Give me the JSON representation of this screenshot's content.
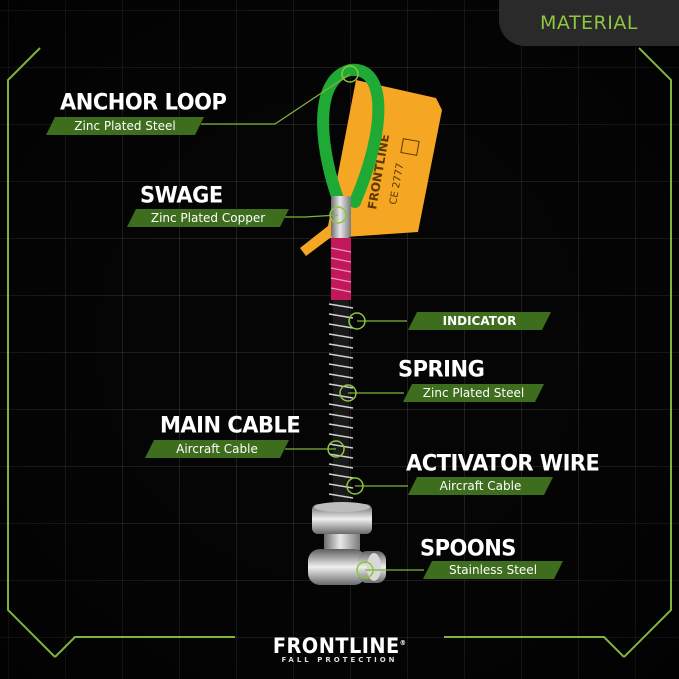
{
  "corner_tag": "MATERIAL",
  "callouts": {
    "anchor_loop": {
      "title": "ANCHOR LOOP",
      "material": "Zinc Plated Steel"
    },
    "swage": {
      "title": "SWAGE",
      "material": "Zinc Plated Copper"
    },
    "indicator": {
      "title": "INDICATOR"
    },
    "spring": {
      "title": "SPRING",
      "material": "Zinc Plated Steel"
    },
    "main_cable": {
      "title": "MAIN CABLE",
      "material": "Aircraft Cable"
    },
    "activator_wire": {
      "title": "ACTIVATOR WIRE",
      "material": "Aircraft Cable"
    },
    "spoons": {
      "title": "SPOONS",
      "material": "Stainless Steel"
    }
  },
  "logo": {
    "brand": "FRONTLINE",
    "registered": "®",
    "tagline": "FALL PROTECTION"
  },
  "tag_label": {
    "brand": "FRONTLINE",
    "ce": "CE 2777"
  },
  "colors": {
    "accent": "#8dc63f",
    "label_bg": "#3e6d1e",
    "loop": "#1faa35",
    "tag": "#f5a623"
  }
}
